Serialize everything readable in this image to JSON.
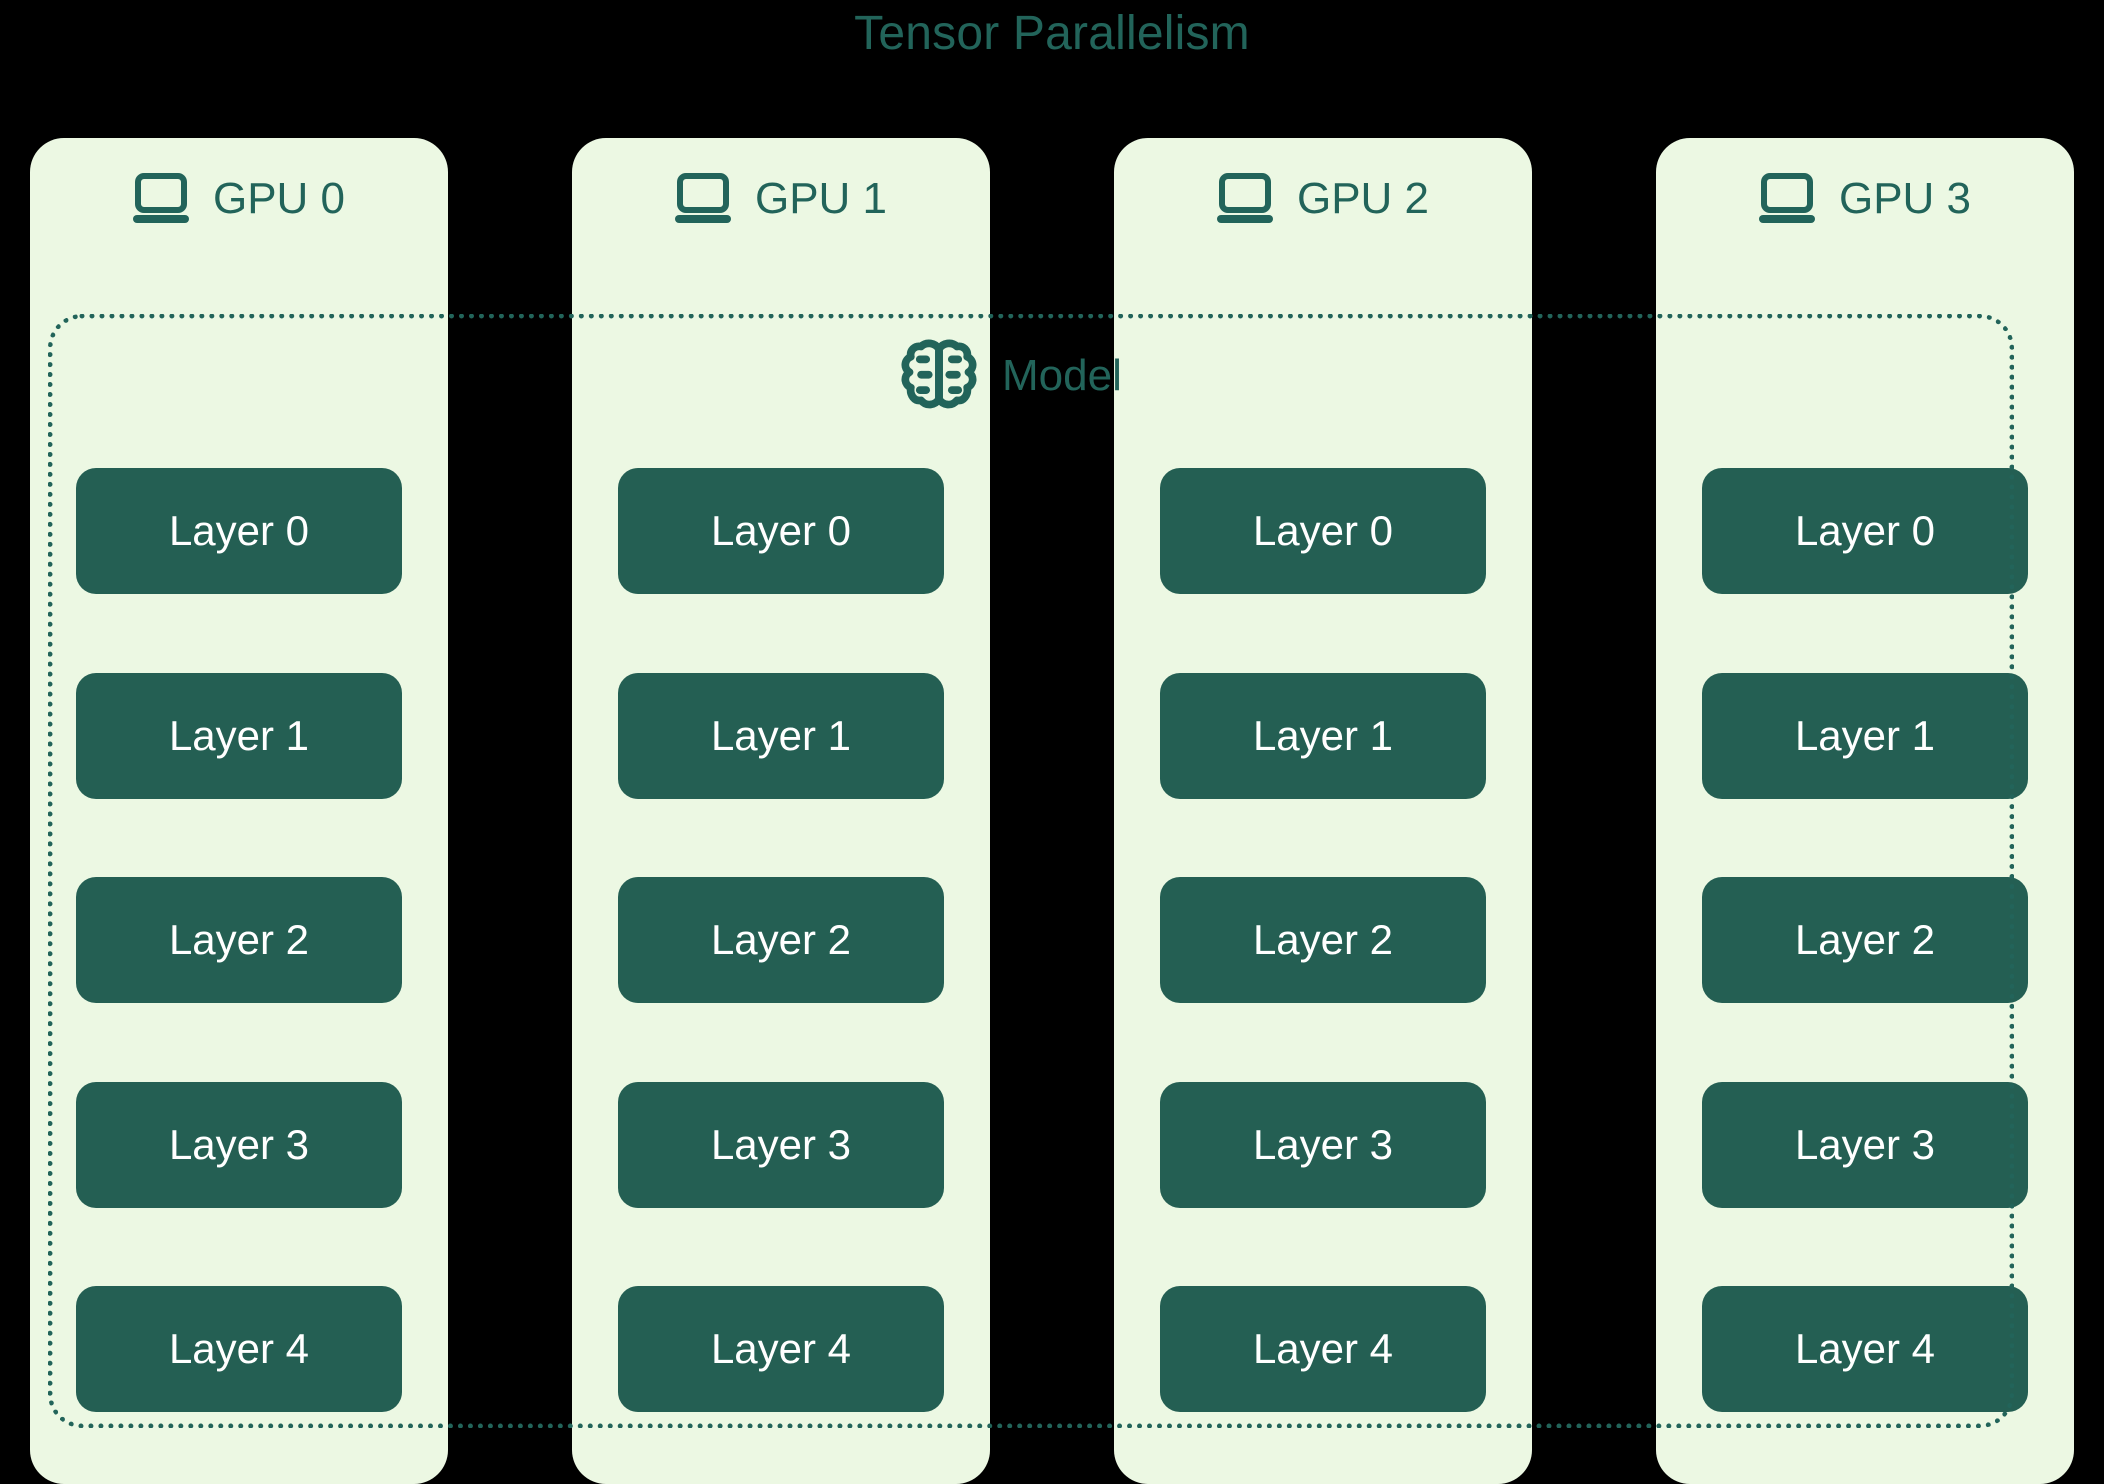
{
  "title": "Tensor Parallelism",
  "colors": {
    "background": "#000000",
    "card_background": "#ecf8e3",
    "accent_teal": "#22645a",
    "layer_block": "#245f53",
    "layer_text": "#ffffff"
  },
  "model_group": {
    "label": "Model",
    "icon": "brain-icon",
    "border_style": "dotted"
  },
  "gpus": [
    {
      "name": "GPU 0",
      "icon": "laptop-icon",
      "layers": [
        "Layer 0",
        "Layer 1",
        "Layer 2",
        "Layer 3",
        "Layer 4"
      ]
    },
    {
      "name": "GPU 1",
      "icon": "laptop-icon",
      "layers": [
        "Layer 0",
        "Layer 1",
        "Layer 2",
        "Layer 3",
        "Layer 4"
      ]
    },
    {
      "name": "GPU 2",
      "icon": "laptop-icon",
      "layers": [
        "Layer 0",
        "Layer 1",
        "Layer 2",
        "Layer 3",
        "Layer 4"
      ]
    },
    {
      "name": "GPU 3",
      "icon": "laptop-icon",
      "layers": [
        "Layer 0",
        "Layer 1",
        "Layer 2",
        "Layer 3",
        "Layer 4"
      ]
    }
  ]
}
